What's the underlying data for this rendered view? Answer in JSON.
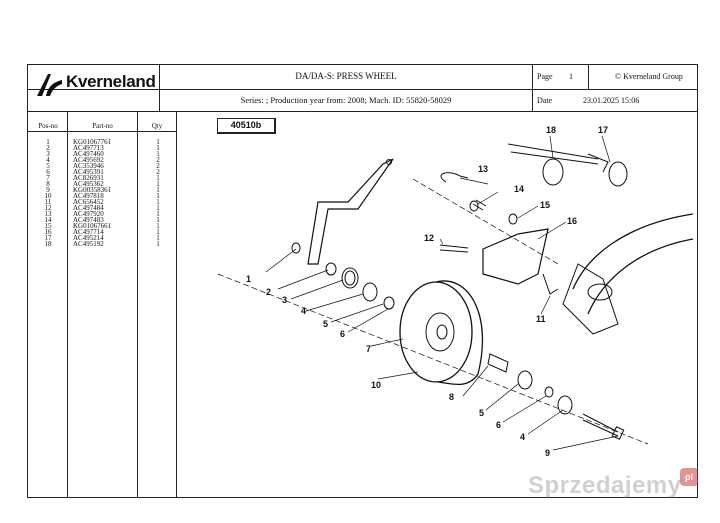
{
  "header": {
    "brand": "Kverneland",
    "title": "DA/DA-S: PRESS WHEEL",
    "series_line": "Series: ; Production year from: 2008; Mach. ID: 55820-58029",
    "page_label": "Page",
    "page_number": "1",
    "copyright": "© Kverneland Group",
    "date_label": "Date",
    "date_value": "23.01.2025  15:06"
  },
  "table": {
    "headers": {
      "pos": "Pos-no",
      "part": "Part-no",
      "qty": "Qty"
    },
    "rows": [
      {
        "pos": "1",
        "part": "KG01067761",
        "qty": "1"
      },
      {
        "pos": "2",
        "part": "AC497713",
        "qty": "1"
      },
      {
        "pos": "3",
        "part": "AC497460",
        "qty": "1"
      },
      {
        "pos": "4",
        "part": "AC495692",
        "qty": "2"
      },
      {
        "pos": "5",
        "part": "AC353946",
        "qty": "2"
      },
      {
        "pos": "6",
        "part": "AC495391",
        "qty": "2"
      },
      {
        "pos": "7",
        "part": "AC826931",
        "qty": "1"
      },
      {
        "pos": "8",
        "part": "AC495362",
        "qty": "1"
      },
      {
        "pos": "9",
        "part": "KG00358361",
        "qty": "1"
      },
      {
        "pos": "10",
        "part": "AC497818",
        "qty": "1"
      },
      {
        "pos": "11",
        "part": "AC656452",
        "qty": "1"
      },
      {
        "pos": "12",
        "part": "AC497484",
        "qty": "1"
      },
      {
        "pos": "13",
        "part": "AC497920",
        "qty": "1"
      },
      {
        "pos": "14",
        "part": "AC497483",
        "qty": "1"
      },
      {
        "pos": "15",
        "part": "KG01067661",
        "qty": "1"
      },
      {
        "pos": "16",
        "part": "AC497714",
        "qty": "1"
      },
      {
        "pos": "17",
        "part": "AC495214",
        "qty": "1"
      },
      {
        "pos": "18",
        "part": "AC495192",
        "qty": "1"
      }
    ]
  },
  "drawing": {
    "code": "40510b",
    "callouts": [
      "18",
      "17",
      "13",
      "14",
      "15",
      "16",
      "12",
      "11",
      "1",
      "2",
      "3",
      "4",
      "5",
      "6",
      "7",
      "10",
      "8",
      "5",
      "6",
      "4",
      "9"
    ]
  },
  "watermark": {
    "text": "Sprzedajemy",
    "badge": "pl"
  }
}
